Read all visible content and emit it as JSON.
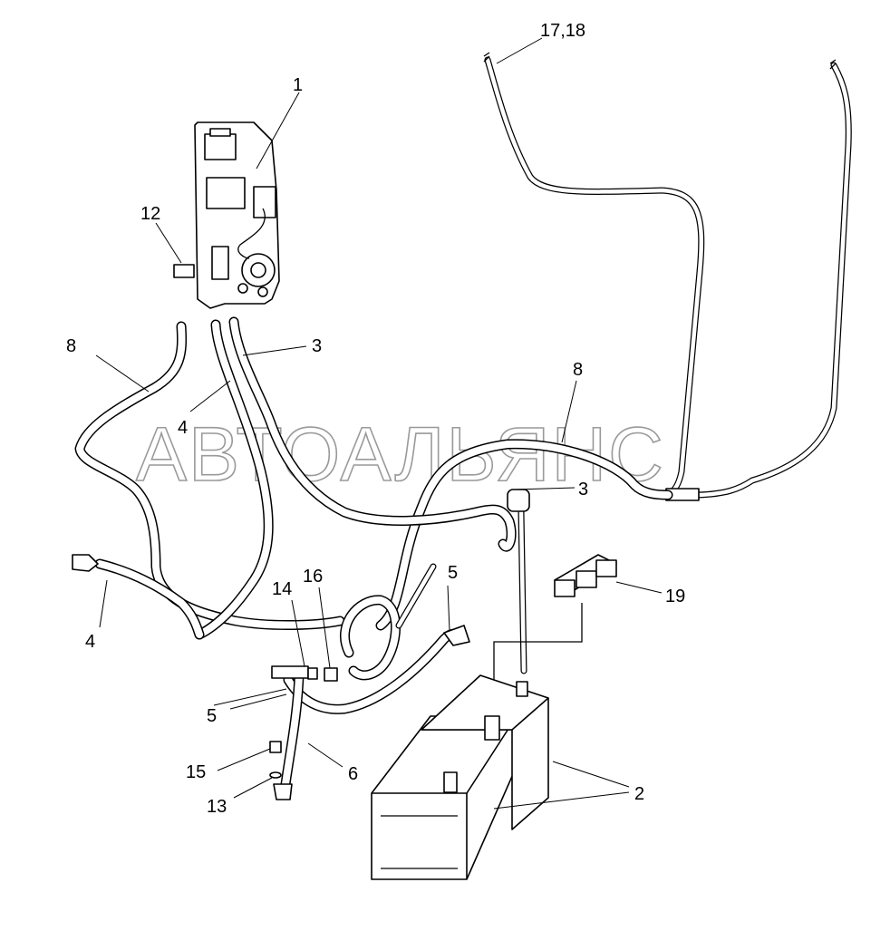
{
  "watermark": "АВТОАЛЬЯНС",
  "labels": {
    "l1": "1",
    "l2": "2",
    "l3a": "3",
    "l3b": "3",
    "l4a": "4",
    "l4b": "4",
    "l5a": "5",
    "l5b": "5",
    "l6": "6",
    "l8a": "8",
    "l8b": "8",
    "l12": "12",
    "l13": "13",
    "l14": "14",
    "l15": "15",
    "l16": "16",
    "l17": "17,18",
    "l19": "19"
  }
}
